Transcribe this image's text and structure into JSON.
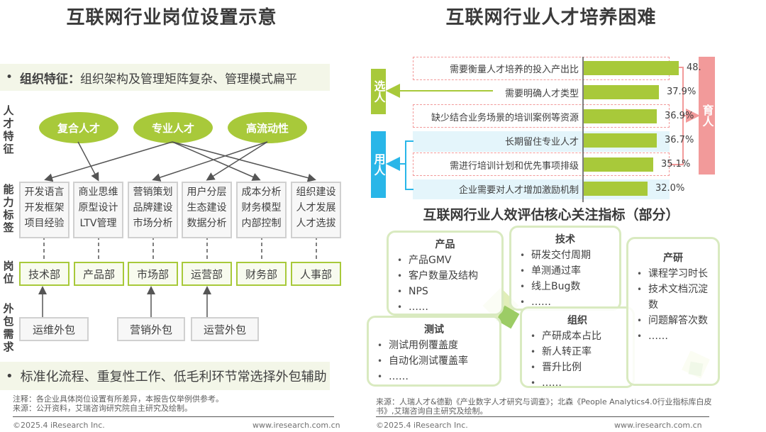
{
  "left": {
    "title": "互联网行业岗位设置示意",
    "top_band": {
      "bold": "组织特征：",
      "text": "组织架构及管理矩阵复杂、管理模式扁平"
    },
    "row_labels": {
      "traits": "人才特征",
      "abilities": "能力标签",
      "positions": "岗位",
      "outsourcing": "外包需求"
    },
    "traits": [
      "复合人才",
      "专业人才",
      "高流动性"
    ],
    "ability_boxes": [
      [
        "开发语言",
        "开发框架",
        "项目经验"
      ],
      [
        "商业思维",
        "原型设计",
        "LTV管理"
      ],
      [
        "营销策划",
        "品牌建设",
        "市场分析"
      ],
      [
        "用户分层",
        "生态建设",
        "数据分析"
      ],
      [
        "成本分析",
        "财务模型",
        "内部控制"
      ],
      [
        "组织建设",
        "人才发展",
        "人才选拔"
      ]
    ],
    "departments": [
      "技术部",
      "产品部",
      "市场部",
      "运营部",
      "财务部",
      "人事部"
    ],
    "outsourcing": [
      "运维外包",
      "营销外包",
      "运营外包"
    ],
    "bottom_band": "标准化流程、重复性工作、低毛利环节常选择外包辅助",
    "note": "注释：各企业具体岗位设置有所差异，本报告仅举例供参考。",
    "source": "来源：公开资料，艾瑞咨询研究院自主研究及绘制。",
    "copyright": "©2025.4 iResearch Inc.",
    "website": "www.iresearch.com.cn"
  },
  "right": {
    "title": "互联网行业人才培养困难",
    "groups": {
      "select": "选人",
      "use": "用人",
      "train": "育人"
    },
    "colors": {
      "bar": "#a8c93a",
      "select": "#a8c93a",
      "use": "#29b6e8",
      "train": "#f29a9a"
    },
    "chart_data": {
      "type": "bar",
      "orientation": "horizontal",
      "title": "互联网行业人才培养困难",
      "categories": [
        "需要衡量人才培养的投入产出比",
        "需要明确人才类型",
        "缺少结合业务场景的培训案例等资源",
        "长期留住专业人才",
        "需进行培训计划和优先事项排级",
        "企业需要对人才增加激励机制"
      ],
      "values": [
        48.0,
        37.9,
        36.9,
        36.7,
        35.1,
        32.0
      ],
      "labels": [
        "48.",
        "37.9%",
        "36.9%",
        "36.7%",
        "35.1%",
        "32.0%"
      ],
      "unit": "%",
      "xlim": [
        0,
        50
      ],
      "grid": false
    },
    "metrics_title": "互联网行业人效评估核心关注指标（部分）",
    "cards": {
      "product": {
        "title": "产品",
        "items": [
          "产品GMV",
          "客户数量及结构",
          "NPS",
          "……"
        ]
      },
      "tech": {
        "title": "技术",
        "items": [
          "研发交付周期",
          "单测通过率",
          "线上Bug数",
          "……"
        ]
      },
      "rd": {
        "title": "产研",
        "items": [
          "课程学习时长",
          "技术文档沉淀数",
          "问题解答次数",
          "……"
        ]
      },
      "test": {
        "title": "测试",
        "items": [
          "测试用例覆盖度",
          "自动化测试覆盖率",
          "……"
        ]
      },
      "org": {
        "title": "组织",
        "items": [
          "产研成本占比",
          "新人转正率",
          "晋升比例",
          "……"
        ]
      }
    },
    "source": "来源：人瑞人才&德勤《产业数字人才研究与调查》；北森《People Analytics4.0行业指标库白皮书》,艾瑞咨询自主研究及绘制。",
    "copyright": "©2025.4 iResearch Inc.",
    "website": "www.iresearch.com.cn"
  }
}
